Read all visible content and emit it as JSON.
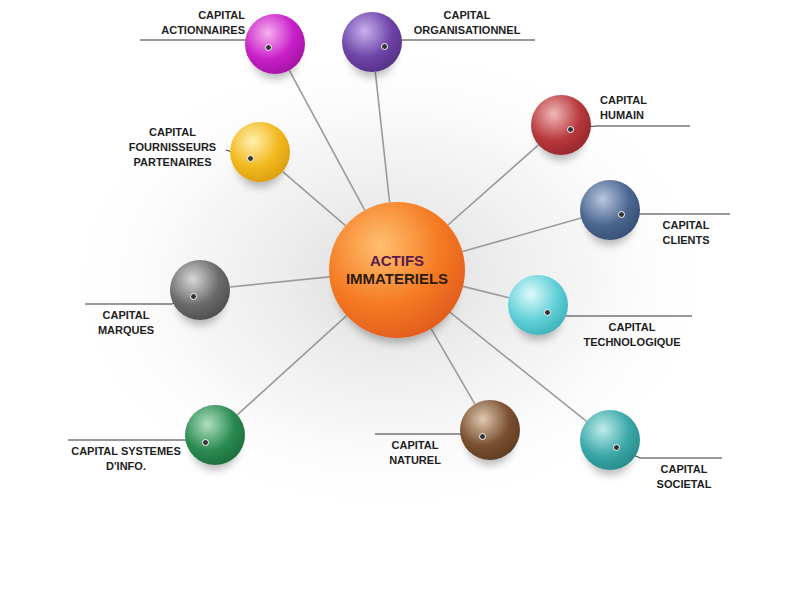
{
  "diagram": {
    "nodes": [
      {
        "text": [
          "ACTIFS",
          "IMMATERIELS"
        ]
      },
      {
        "text": [
          "CAPITAL ACTIONNAIRES"
        ]
      },
      {
        "text": [
          "CAPITAL ORGANISATIONNEL"
        ]
      },
      {
        "text": [
          "CAPITAL FOURNISSEURS PARTENAIRES"
        ]
      },
      {
        "text": [
          "CAPITAL HUMAIN"
        ]
      },
      {
        "text": [
          "CAPITAL CLIENTS"
        ]
      },
      {
        "text": [
          "CAPITAL MARQUES"
        ]
      },
      {
        "text": [
          "CAPITAL TECHNOLOGIQUE"
        ]
      },
      {
        "text": [
          "CAPITAL SYSTEMES D'INFO."
        ]
      },
      {
        "text": [
          "CAPITAL NATUREL"
        ]
      },
      {
        "text": [
          "CAPITAL SOCIETAL"
        ]
      }
    ],
    "edges": [
      {
        "from": 0,
        "to": 1,
        "arrow": "none"
      },
      {
        "from": 0,
        "to": 2,
        "arrow": "none"
      },
      {
        "from": 0,
        "to": 3,
        "arrow": "none"
      },
      {
        "from": 0,
        "to": 4,
        "arrow": "none"
      },
      {
        "from": 0,
        "to": 5,
        "arrow": "none"
      },
      {
        "from": 0,
        "to": 6,
        "arrow": "none"
      },
      {
        "from": 0,
        "to": 7,
        "arrow": "none"
      },
      {
        "from": 0,
        "to": 8,
        "arrow": "none"
      },
      {
        "from": 0,
        "to": 9,
        "arrow": "none"
      },
      {
        "from": 0,
        "to": 10,
        "arrow": "none"
      }
    ]
  }
}
